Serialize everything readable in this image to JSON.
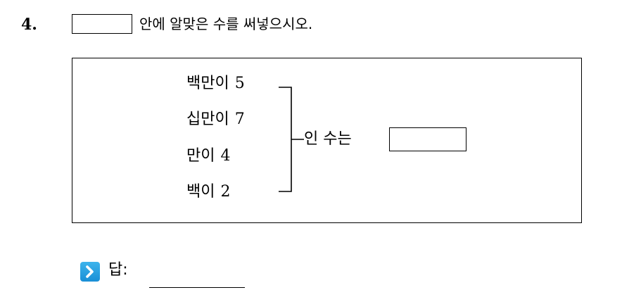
{
  "question": {
    "number": "4.",
    "instruction": "안에 알맞은 수를 써넣으시오."
  },
  "conditions": [
    {
      "place": "백만이",
      "digit": "5"
    },
    {
      "place": "십만이",
      "digit": "7"
    },
    {
      "place": "만이",
      "digit": "4"
    },
    {
      "place": "백이",
      "digit": "2"
    }
  ],
  "result_text": "인 수는",
  "answer": {
    "label": "답:",
    "icon": "chevron-right-icon",
    "icon_color": "#1a9ae0"
  }
}
